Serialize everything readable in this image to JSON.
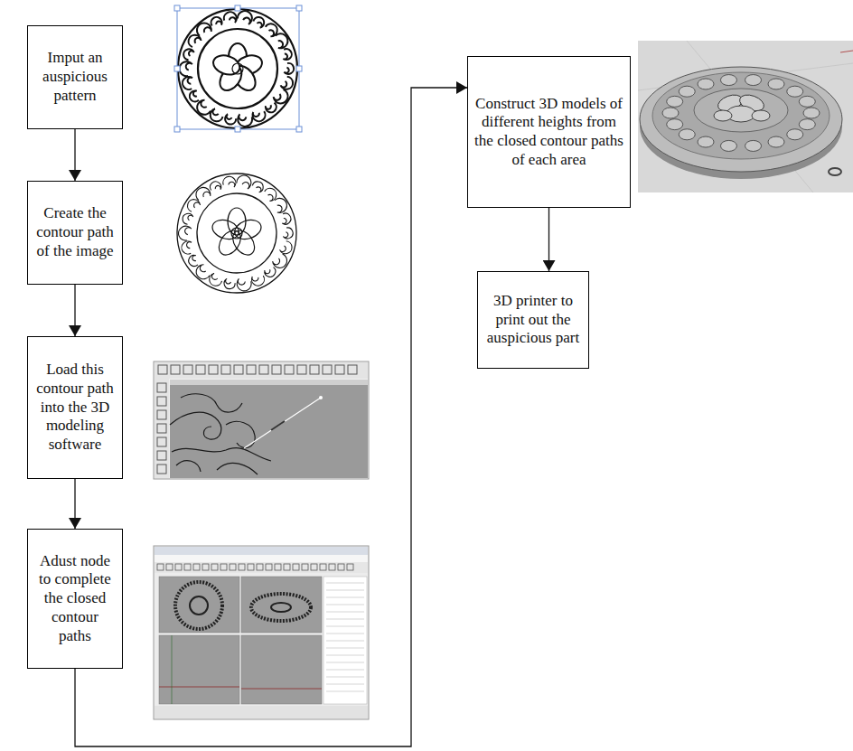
{
  "diagram": {
    "nodes": [
      {
        "text": [
          "Imput an auspicious pattern"
        ]
      },
      {
        "text": [
          "Create the contour path of the image"
        ]
      },
      {
        "text": [
          "Load this contour path into the 3D modeling software"
        ]
      },
      {
        "text": [
          "Adust node to complete the closed contour paths"
        ]
      },
      {
        "text": [
          "Construct 3D models of different heights from the closed contour paths of each area"
        ]
      },
      {
        "text": [
          "3D printer to print out the auspicious part"
        ]
      }
    ],
    "edges": [
      {
        "from": 0,
        "to": 1,
        "arrow": "to"
      },
      {
        "from": 1,
        "to": 2,
        "arrow": "to"
      },
      {
        "from": 2,
        "to": 3,
        "arrow": "to"
      },
      {
        "from": 3,
        "to": 4,
        "arrow": "to"
      },
      {
        "from": 4,
        "to": 5,
        "arrow": "to"
      }
    ]
  }
}
